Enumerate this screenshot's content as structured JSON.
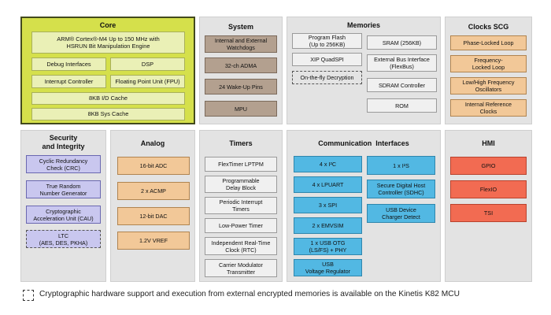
{
  "core": {
    "title": "Core",
    "cpu": "ARM® Cortex®-M4 Up to 150 MHz with\nHSRUN Bit Manipulation Engine",
    "debug": "Debug Interfaces",
    "dsp": "DSP",
    "interrupt": "Interrupt Controller",
    "fpu": "Floating Point Unit (FPU)",
    "id_cache": "8KB I/D Cache",
    "sys_cache": "8KB Sys Cache"
  },
  "system": {
    "title": "System",
    "items": [
      "Internal and External\nWatchdogs",
      "32-ch ADMA",
      "24 Wake-Up Pins",
      "MPU"
    ]
  },
  "memories": {
    "title": "Memories",
    "left": [
      "Program Flash\n(Up to 256KB)",
      "XIP QuadSPI",
      "On-the-fly Decryption"
    ],
    "right": [
      "SRAM (256KB)",
      "External Bus Interface\n(FlexBus)",
      "SDRAM Controller",
      "ROM"
    ]
  },
  "clocks": {
    "title": "Clocks SCG",
    "items": [
      "Phase-Locked Loop",
      "Frequency-\nLocked Loop",
      "Low/High Frequency\nOscillators",
      "Internal Reference\nClocks"
    ]
  },
  "security": {
    "title": "Security\nand Integrity",
    "items": [
      "Cyclic Redundancy\nCheck (CRC)",
      "True Random\nNumber Generator",
      "Cryptographic\nAcceleration Unit (CAU)",
      "LTC\n(AES, DES, PKHA)"
    ]
  },
  "analog": {
    "title": "Analog",
    "items": [
      "16-bit ADC",
      "2 x ACMP",
      "12-bit DAC",
      "1.2V VREF"
    ]
  },
  "timers": {
    "title": "Timers",
    "items": [
      "FlexTimer LPTPM",
      "Programmable\nDelay Block",
      "Periodic Interrupt\nTimers",
      "Low-Power Timer",
      "Independent Real-Time\nClock (RTC)",
      "Carrier Modulator\nTransmitter"
    ]
  },
  "comm": {
    "title": "Communication  Interfaces",
    "left": [
      "4 x I²C",
      "4 x LPUART",
      "3 x SPI",
      "2 x EMVSIM",
      "1 x USB OTG\n(LS/FS) + PHY",
      "USB\nVoltage Regulator"
    ],
    "right": [
      "1 x I²S",
      "Secure Digital Host\nController (SDHC)",
      "USB Device\nCharger Detect"
    ]
  },
  "hmi": {
    "title": "HMI",
    "items": [
      "GPIO",
      "FlexIO",
      "TSI"
    ]
  },
  "footnote": "Cryptographic hardware support and execution from external encrypted memories is available on the Kinetis K82 MCU",
  "colors": {
    "core": "#d5e04b",
    "system": "#b3a08f",
    "clocks_analog": "#f2c898",
    "timers": "#f0f0f0",
    "comm": "#52b8e3",
    "security": "#c9c7ef",
    "hmi": "#f26b52"
  }
}
